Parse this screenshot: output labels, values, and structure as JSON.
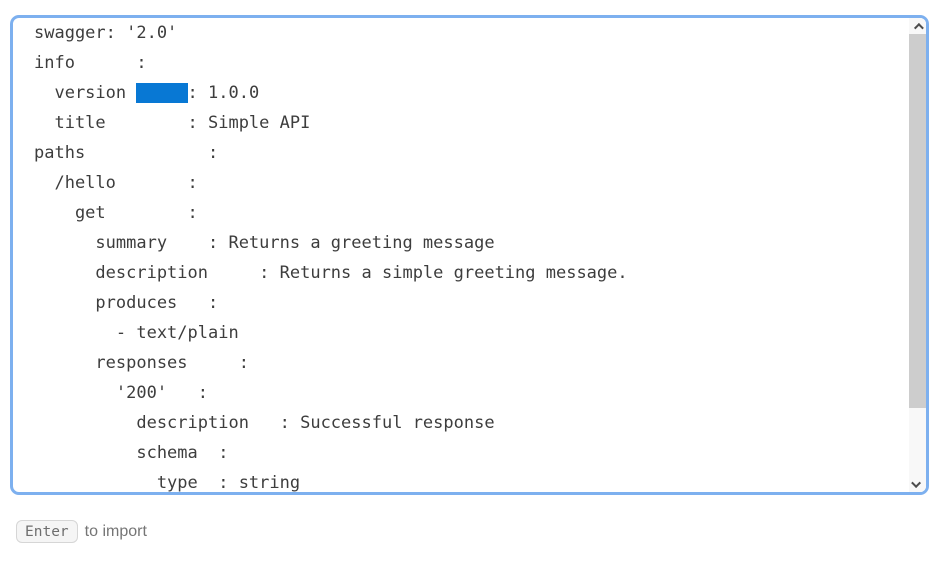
{
  "editor": {
    "language": "yaml",
    "lines": [
      "swagger: '2.0'",
      "info      :",
      "  version      : 1.0.0",
      "  title        : Simple API",
      "paths            :",
      "  /hello       :",
      "    get        :",
      "      summary    : Returns a greeting message",
      "      description     : Returns a simple greeting message.",
      "      produces   :",
      "        - text/plain",
      "      responses     :",
      "        '200'   :",
      "          description   : Successful response",
      "          schema  :",
      "            type  : string"
    ],
    "selection": {
      "line_index": 2,
      "before": "  version ",
      "selected": "     ",
      "after": ": 1.0.0"
    },
    "colors": {
      "focus_border": "#7db0ef",
      "selection": "#0878d4",
      "text": "#3d3d3d"
    }
  },
  "scrollbar": {
    "orientation": "vertical",
    "up_icon": "chevron-up",
    "down_icon": "chevron-down",
    "thumb_color": "#cdcdcd",
    "track_color": "#f8f8f8"
  },
  "hint": {
    "key_label": "Enter",
    "text": "to import"
  }
}
